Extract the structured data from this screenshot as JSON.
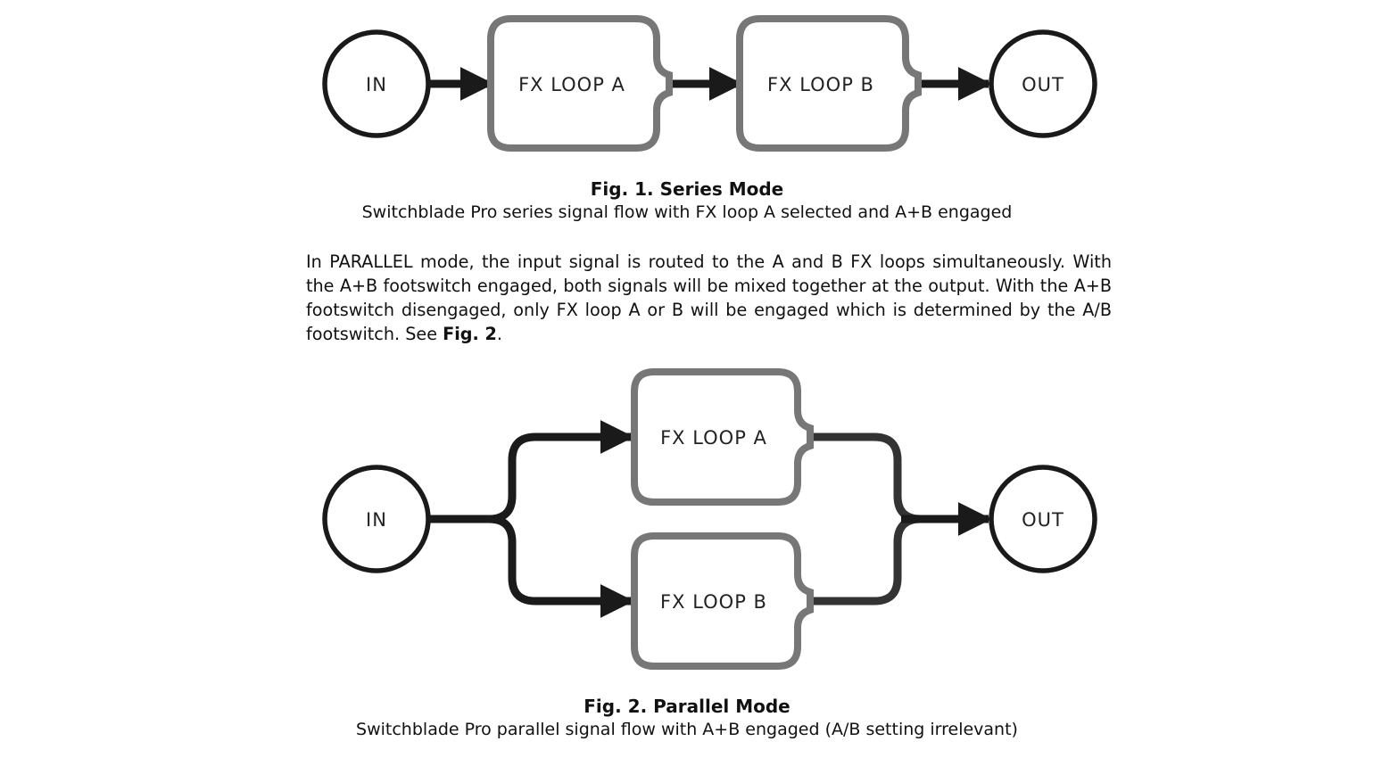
{
  "fig1": {
    "nodes": {
      "in": "IN",
      "loop_a": "FX LOOP A",
      "loop_b": "FX LOOP B",
      "out": "OUT"
    },
    "title": "Fig. 1. Series Mode",
    "subtitle": "Switchblade Pro series signal flow with FX loop A selected and A+B engaged"
  },
  "paragraph": {
    "text": "In PARALLEL mode, the input signal is routed to the A and B FX loops simultaneously. With the A+B footswitch engaged, both signals will be mixed together at the output. With the A+B footswitch disengaged, only FX loop A or B will be engaged which is determined by the A/B footswitch. See ",
    "ref": "Fig. 2",
    "end": "."
  },
  "fig2": {
    "nodes": {
      "in": "IN",
      "loop_a": "FX LOOP A",
      "loop_b": "FX LOOP B",
      "out": "OUT"
    },
    "title": "Fig. 2. Parallel Mode",
    "subtitle": "Switchblade Pro parallel signal flow with A+B engaged (A/B setting irrelevant)"
  },
  "colors": {
    "line": "#1a1a1a",
    "loop_border": "#777777",
    "text": "#111111"
  }
}
